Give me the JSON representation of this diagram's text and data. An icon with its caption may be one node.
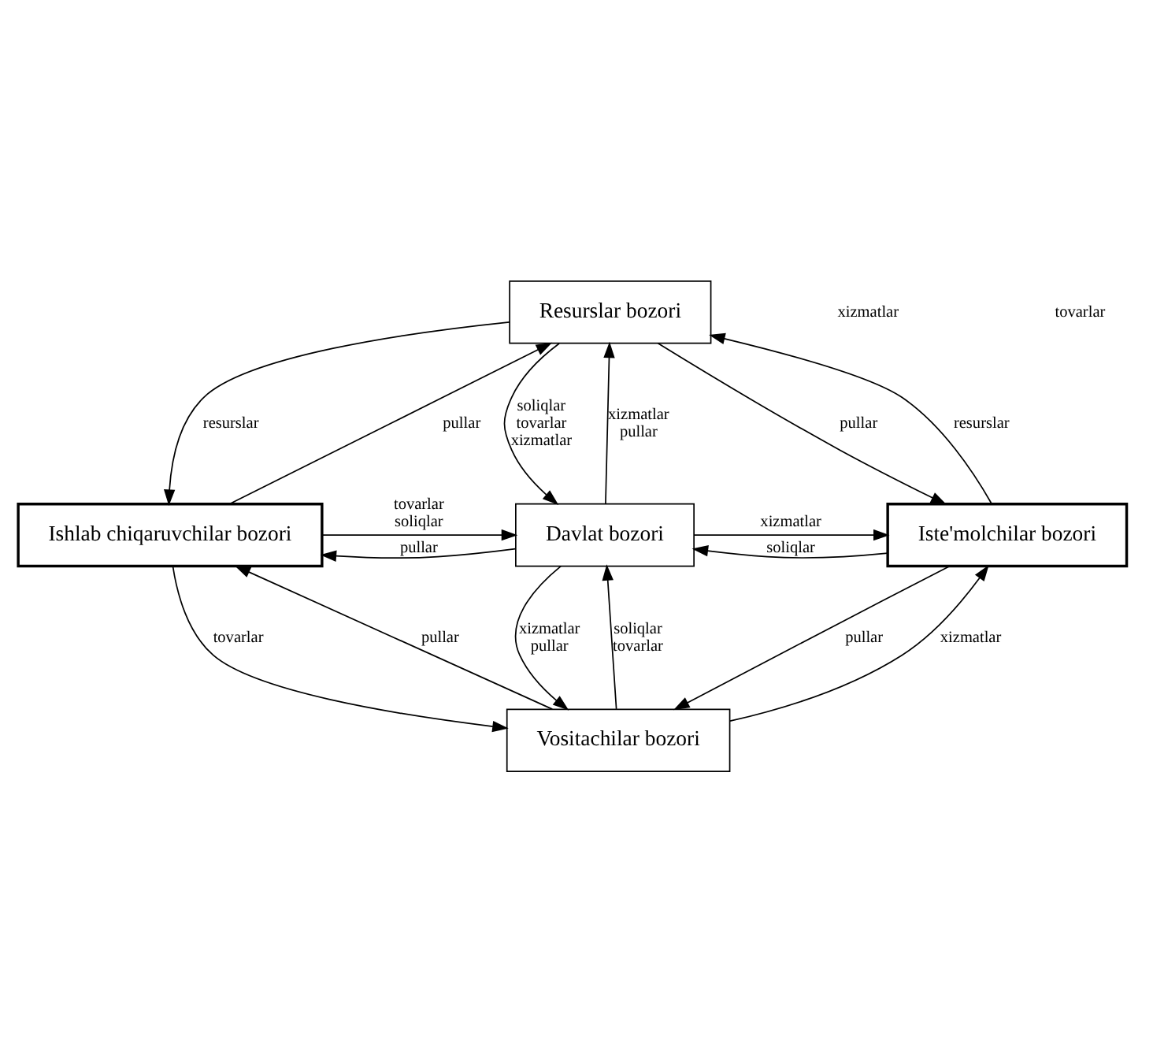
{
  "diagram": {
    "nodes": [
      {
        "text": [
          "Resurslar bozori"
        ]
      },
      {
        "text": [
          "Ishlab chiqaruvchilar bozori"
        ]
      },
      {
        "text": [
          "Davlat bozori"
        ]
      },
      {
        "text": [
          "Iste'molchilar bozori"
        ]
      },
      {
        "text": [
          "Vositachilar bozori"
        ]
      }
    ],
    "edges": [
      {
        "from": 0,
        "to": 1,
        "arrow": "to",
        "label": "resurslar"
      },
      {
        "from": 1,
        "to": 0,
        "arrow": "to",
        "label": "pullar"
      },
      {
        "from": 3,
        "to": 0,
        "arrow": "to",
        "label": "resurslar"
      },
      {
        "from": 0,
        "to": 3,
        "arrow": "to",
        "label": "pullar"
      },
      {
        "from": 0,
        "to": 2,
        "arrow": "to",
        "label": "soliqlar tovarlar xizmatlar"
      },
      {
        "from": 2,
        "to": 0,
        "arrow": "to",
        "label": "xizmatlar pullar"
      },
      {
        "from": 2,
        "to": 1,
        "arrow": "to",
        "label": "pullar"
      },
      {
        "from": 1,
        "to": 2,
        "arrow": "to",
        "label": "tovarlar soliqlar"
      },
      {
        "from": 3,
        "to": 2,
        "arrow": "to",
        "label": "soliqlar"
      },
      {
        "from": 2,
        "to": 3,
        "arrow": "to",
        "label": "xizmatlar"
      },
      {
        "from": 2,
        "to": 4,
        "arrow": "to",
        "label": "xizmatlar pullar"
      },
      {
        "from": 4,
        "to": 2,
        "arrow": "to",
        "label": "soliqlar tovarlar"
      },
      {
        "from": 1,
        "to": 4,
        "arrow": "to",
        "label": "tovarlar"
      },
      {
        "from": 4,
        "to": 1,
        "arrow": "to",
        "label": "pullar"
      },
      {
        "from": 3,
        "to": 4,
        "arrow": "to",
        "label": "pullar"
      },
      {
        "from": 4,
        "to": 3,
        "arrow": "to",
        "label": "xizmatlar"
      }
    ],
    "labels": [
      "xizmatlar",
      "tovarlar"
    ]
  }
}
